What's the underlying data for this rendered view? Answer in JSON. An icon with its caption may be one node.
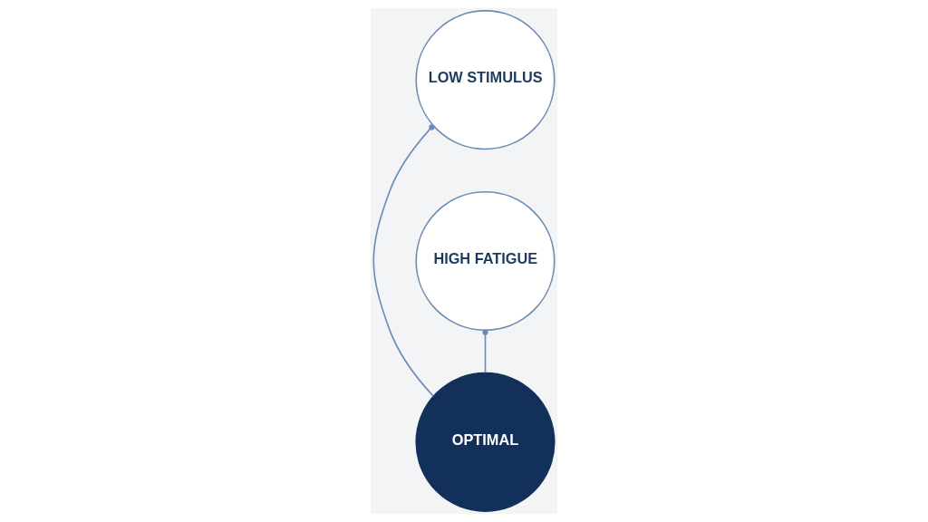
{
  "diagram": {
    "nodes": [
      {
        "text": [
          "LOW STIMULUS"
        ]
      },
      {
        "text": [
          "OPTIMAL"
        ]
      },
      {
        "text": [
          "HIGH FATIGUE"
        ]
      }
    ],
    "edges": [
      {
        "from": 0,
        "to": 1,
        "arrow": "other"
      },
      {
        "from": 2,
        "to": 1,
        "arrow": "other"
      }
    ]
  }
}
